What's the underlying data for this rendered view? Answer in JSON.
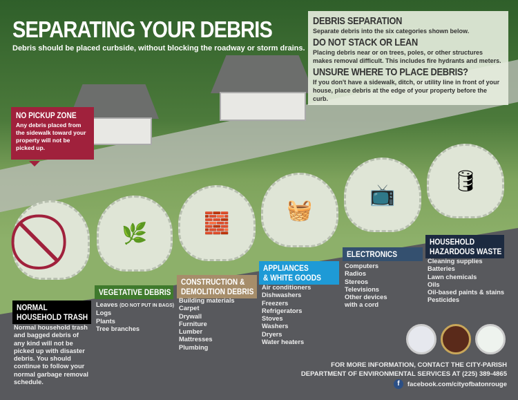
{
  "title": "SEPARATING YOUR DEBRIS",
  "subtitle": "Debris should be placed curbside, without blocking the roadway or storm drains.",
  "info": [
    {
      "heading": "DEBRIS SEPARATION",
      "text": "Separate debris into the six categories shown below."
    },
    {
      "heading": "DO NOT STACK OR LEAN",
      "text": "Placing debris near or on trees, poles, or other structures makes removal difficult. This includes fire hydrants and meters."
    },
    {
      "heading": "UNSURE WHERE TO PLACE DEBRIS?",
      "text": "If you don't have a sidewalk, ditch, or utility line in front of your house, place debris at the edge of your property before the curb."
    }
  ],
  "no_pickup": {
    "heading": "NO PICKUP ZONE",
    "text": "Any debris placed from the sidewalk toward your property will not be picked up."
  },
  "categories": [
    {
      "title1": "NORMAL",
      "title2": "HOUSEHOLD TRASH",
      "color": "#000000",
      "description": "Normal household trash and bagged debris of any kind will not be picked up with disaster debris. You should continue to follow your normal garbage removal schedule."
    },
    {
      "title1": "VEGETATIVE DEBRIS",
      "color": "#3f7a2d",
      "items": [
        "Leaves",
        "Logs",
        "Plants",
        "Tree branches"
      ],
      "note": "(DO NOT PUT IN BAGS)"
    },
    {
      "title1": "CONSTRUCTION &",
      "title2": "DEMOLITION DEBRIS",
      "color": "#a68d6a",
      "items": [
        "Building materials",
        "Carpet",
        "Drywall",
        "Furniture",
        "Lumber",
        "Mattresses",
        "Plumbing"
      ]
    },
    {
      "title1": "APPLIANCES",
      "title2": "& WHITE GOODS",
      "color": "#1e9ad6",
      "items": [
        "Air conditioners",
        "Dishwashers",
        "Freezers",
        "Refrigerators",
        "Stoves",
        "Washers",
        "Dryers",
        "Water heaters"
      ]
    },
    {
      "title1": "ELECTRONICS",
      "color": "#34506f",
      "items": [
        "Computers",
        "Radios",
        "Stereos",
        "Televisions",
        "Other devices",
        "with a cord"
      ]
    },
    {
      "title1": "HOUSEHOLD",
      "title2": "HAZARDOUS WASTE",
      "color": "#1c2a40",
      "items": [
        "Cleaning supplies",
        "Batteries",
        "Lawn chemicals",
        "Oils",
        "Oil-based paints & stains",
        "Pesticides"
      ]
    }
  ],
  "footer": {
    "line1": "FOR MORE INFORMATION, CONTACT THE CITY-PARISH",
    "line2": "DEPARTMENT OF ENVIRONMENTAL SERVICES AT (225) 389-4865",
    "facebook": "facebook.com/cityofbatonrouge"
  }
}
